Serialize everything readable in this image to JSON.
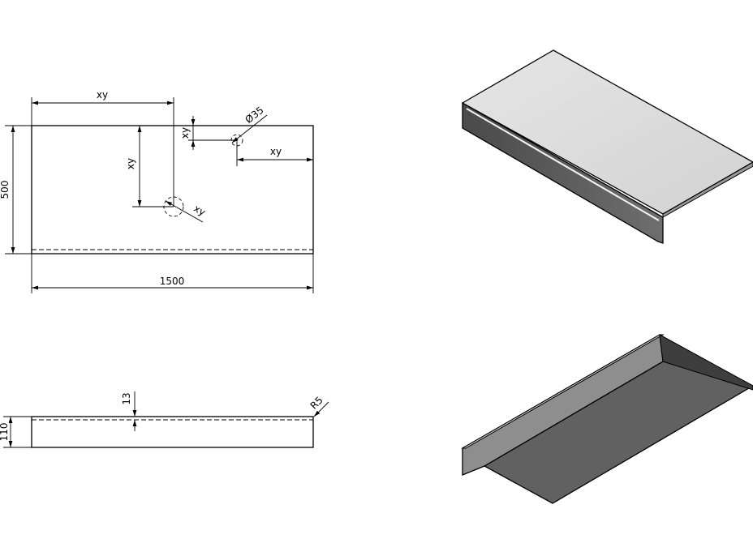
{
  "drawing": {
    "top_view": {
      "width_label": "1500",
      "depth_label": "500",
      "basin_offset_x_label": "xy",
      "basin_offset_y_label": "xy",
      "basin_diameter_label": "xy",
      "tap_hole_label": "Ø35",
      "tap_offset_y_label": "xy",
      "tap_offset_x_label": "xy"
    },
    "front_view": {
      "height_label": "110",
      "thickness_label": "13",
      "radius_label": "R5"
    }
  },
  "colors": {
    "top_surface": "#dcdcdc",
    "front_face": "#5a5a5a",
    "bottom_face": "#6a6a6a",
    "edge": "#000000"
  }
}
